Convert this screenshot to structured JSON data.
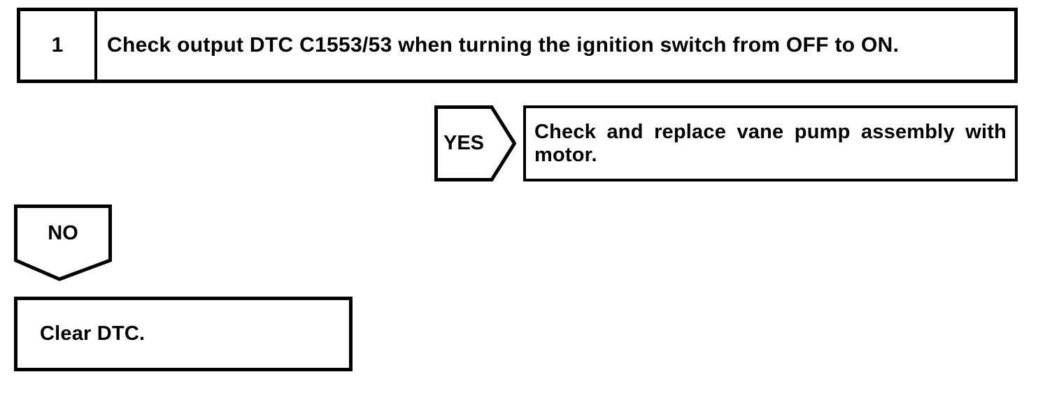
{
  "flowchart": {
    "step": {
      "number": "1",
      "instruction": "Check output DTC C1553/53 when turning the ignition switch from OFF to ON."
    },
    "yes_branch": {
      "label": "YES",
      "action": "Check and replace vane pump assembly with motor."
    },
    "no_branch": {
      "label": "NO",
      "action": "Clear DTC."
    },
    "colors": {
      "line": "#000000",
      "background": "#ffffff"
    }
  }
}
